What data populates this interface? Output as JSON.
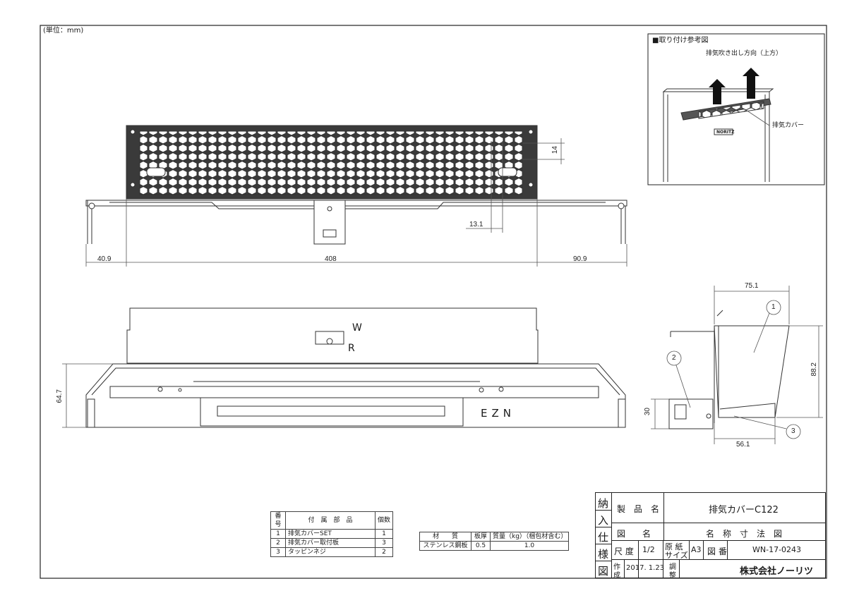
{
  "sheet": {
    "unit_note": "(単位：mm)"
  },
  "reference_view": {
    "title": "■取り付け参考図",
    "exhaust_direction": "排気吹き出し方向（上方）",
    "cover_label": "排気カバー",
    "brand_mark": "NORITZ"
  },
  "top_view": {
    "dims": {
      "left": "40.9",
      "center": "408",
      "right": "90.9",
      "offset": "13.1",
      "height_small": "14"
    }
  },
  "front_view": {
    "mark_w": "W",
    "mark_r": "R",
    "product_mark": "EZN",
    "dims": {
      "height": "64.7"
    }
  },
  "side_view": {
    "dims": {
      "width_top": "75.1",
      "height": "88.2",
      "lower": "30",
      "width_bottom": "56.1"
    },
    "balloons": [
      "1",
      "2",
      "3"
    ]
  },
  "parts_table": {
    "headers": [
      "番号",
      "付　属　部　品",
      "個数"
    ],
    "rows": [
      {
        "no": "1",
        "name": "排気カバーSET",
        "qty": "1"
      },
      {
        "no": "2",
        "name": "排気カバー取付板",
        "qty": "3"
      },
      {
        "no": "3",
        "name": "タッピンネジ",
        "qty": "2"
      }
    ]
  },
  "material_table": {
    "headers": [
      "材　　質",
      "板厚",
      "質量（kg）（梱包材含む）"
    ],
    "row": {
      "material": "ステンレス鋼板",
      "thickness": "0.5",
      "mass": "1.0"
    }
  },
  "title_block": {
    "side_chars": [
      "納",
      "入",
      "仕",
      "様",
      "図"
    ],
    "product_name_label": "製　品　名",
    "product_name": "排気カバーC122",
    "drawing_name_label": "図　　名",
    "drawing_name": "名　称　寸　法　図",
    "scale_label": "尺 度",
    "scale": "1/2",
    "paper_label_1": "原 紙",
    "paper_label_2": "サイズ",
    "paper_size": "A3",
    "drawing_no_label": "図 番",
    "drawing_no": "WN-17-0243",
    "made_label_1": "作",
    "made_label_2": "成",
    "made_date": "2017. 1.23",
    "check_label_1": "調",
    "check_label_2": "整",
    "company": "株式会社ノーリツ"
  }
}
